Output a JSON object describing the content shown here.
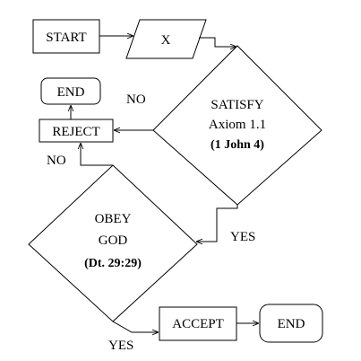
{
  "nodes": {
    "start": "START",
    "input_x": "X",
    "satisfy": {
      "line1": "SATISFY",
      "line2": "Axiom 1.1",
      "line3": "(1 John 4)"
    },
    "reject": "REJECT",
    "end_top": "END",
    "obey": {
      "line1": "OBEY",
      "line2": "GOD",
      "line3": "(Dt. 29:29)"
    },
    "accept": "ACCEPT",
    "end_bottom": "END"
  },
  "edge_labels": {
    "satisfy_no": "NO",
    "satisfy_yes": "YES",
    "obey_no": "NO",
    "obey_yes": "YES"
  },
  "colors": {
    "stroke": "#000000",
    "fill": "#ffffff",
    "text": "#000000"
  }
}
